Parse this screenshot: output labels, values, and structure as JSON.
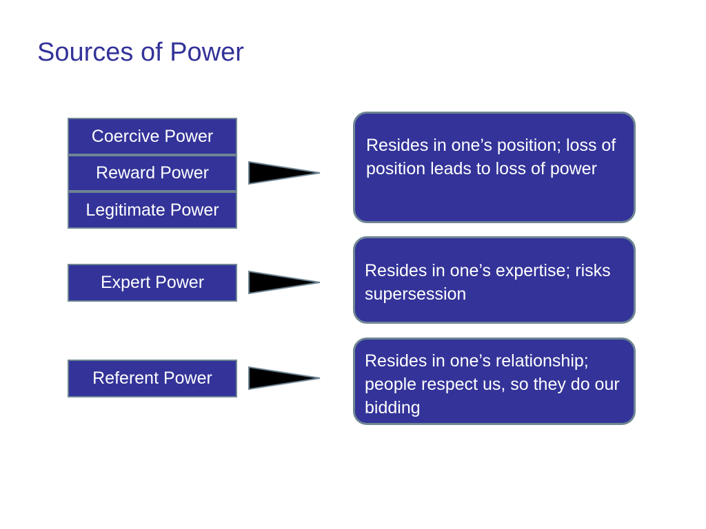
{
  "slide": {
    "title": "Sources of Power"
  },
  "groups": [
    {
      "sources": [
        "Coercive Power",
        "Reward Power",
        "Legitimate Power"
      ],
      "description": "Resides  in one’s position; loss of position leads to loss of power"
    },
    {
      "sources": [
        "Expert Power"
      ],
      "description": "Resides  in one’s expertise; risks supersession"
    },
    {
      "sources": [
        "Referent Power"
      ],
      "description": "Resides  in one’s relationship; people respect us, so they do our bidding"
    }
  ],
  "colors": {
    "title": "#333399",
    "box_fill": "#333399",
    "box_border": "#6e8593",
    "text": "#ffffff",
    "arrow_fill": "#000000"
  },
  "icons": {
    "connector": "right-pointing-wedge-arrow"
  }
}
